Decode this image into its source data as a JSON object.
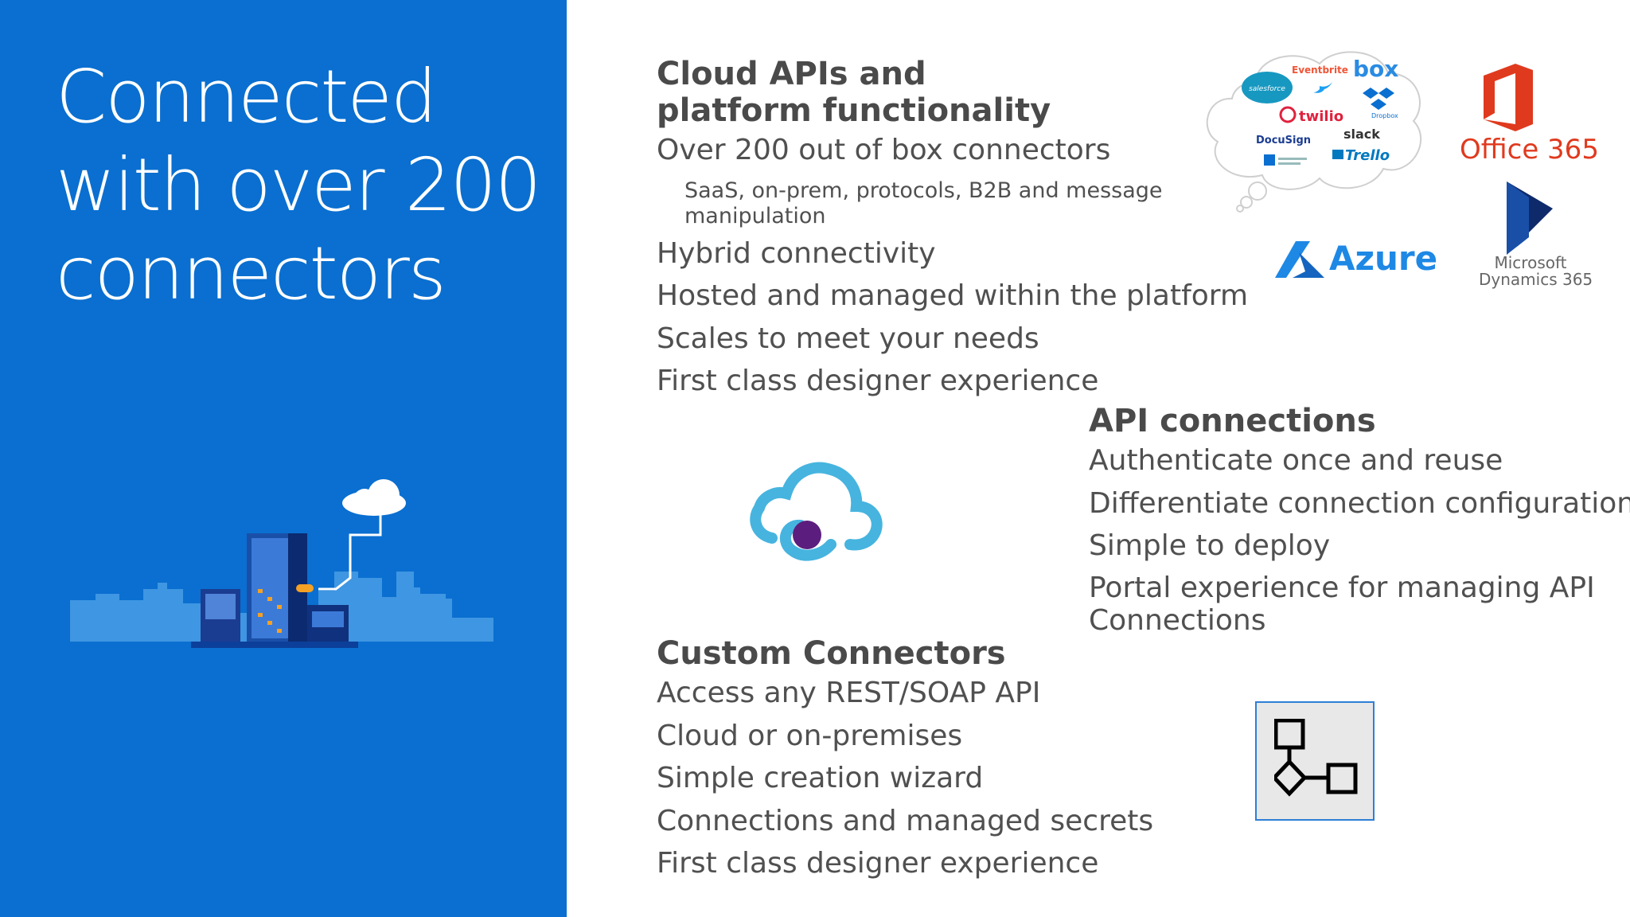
{
  "hero": {
    "lines": [
      "Connected",
      "with over 200",
      "connectors"
    ]
  },
  "cloud_apis": {
    "heading_lines": [
      "Cloud APIs and",
      "platform functionality"
    ],
    "items": [
      "Over 200 out of box connectors"
    ],
    "sub_lines": [
      "SaaS, on-prem, protocols, B2B and message",
      "manipulation"
    ],
    "items_after": [
      "Hybrid connectivity",
      "Hosted and managed within the platform",
      "Scales to meet your needs",
      "First class designer experience"
    ]
  },
  "api_connections": {
    "heading": "API connections",
    "items": [
      "Authenticate once and reuse",
      "Differentiate connection configuration",
      "Simple to deploy"
    ],
    "multi_lines": [
      "Portal experience for managing API",
      "Connections"
    ]
  },
  "custom_connectors": {
    "heading": "Custom Connectors",
    "items": [
      "Access any REST/SOAP API",
      "Cloud or on-premises",
      "Simple creation wizard",
      "Connections and managed secrets",
      "First class designer experience"
    ]
  },
  "logos": {
    "cloud_brands": [
      "Eventbrite",
      "box",
      "salesforce",
      "twilio",
      "Dropbox",
      "DocuSign",
      "slack",
      "Trello"
    ],
    "office": "Office 365",
    "azure": "Azure",
    "dynamics_lines": [
      "Microsoft",
      "Dynamics 365"
    ]
  },
  "icons": [
    "city-illustration",
    "cloud-icon",
    "logic-app-icon",
    "office-logo-icon",
    "azure-logo-icon",
    "dynamics-logo-icon",
    "workflow-icon"
  ],
  "colors": {
    "left_panel": "#0a6fd0",
    "office_red": "#e03a1e",
    "azure_blue": "#1e88e5",
    "dynamics_navy": "#0e2a6b",
    "logic_purple": "#5c1e7e",
    "logic_cyan": "#46b4df"
  }
}
